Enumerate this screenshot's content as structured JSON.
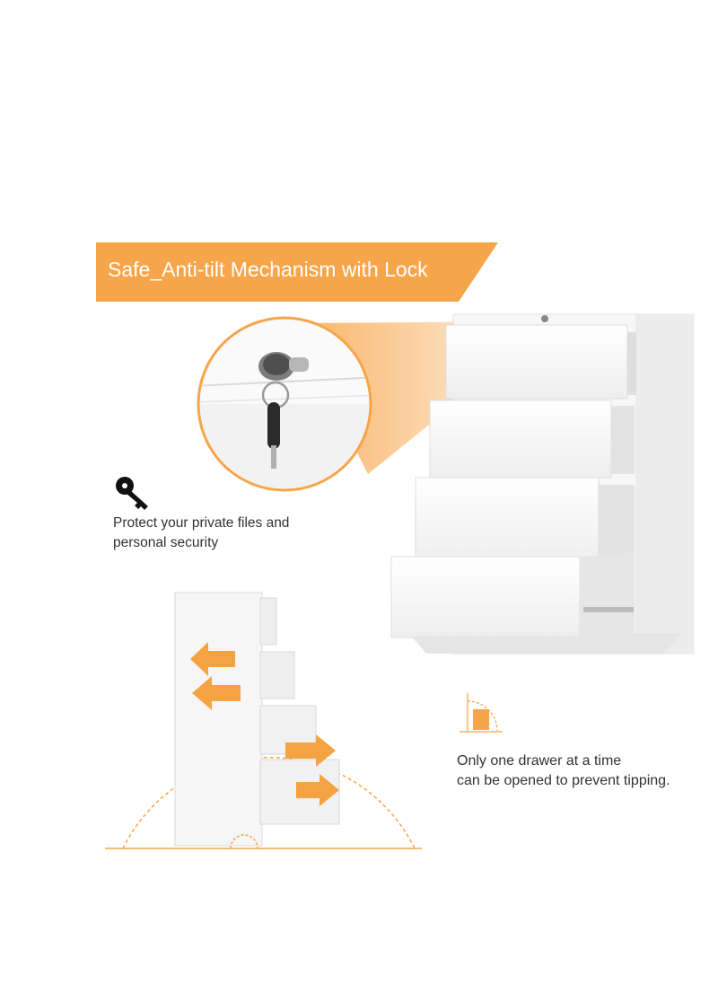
{
  "banner": {
    "title": "Safe_Anti-tilt Mechanism with Lock"
  },
  "features": [
    {
      "icon": "key-icon",
      "line1": "Protect your private files and",
      "line2": "personal security"
    },
    {
      "icon": "anti-tilt-icon",
      "line1": "Only one drawer at a time",
      "line2": "can be opened to prevent tipping."
    }
  ],
  "colors": {
    "accent": "#F7A54A",
    "arrow": "#F5A342",
    "cabinet": "#FFFFFF",
    "text": "#333333"
  }
}
